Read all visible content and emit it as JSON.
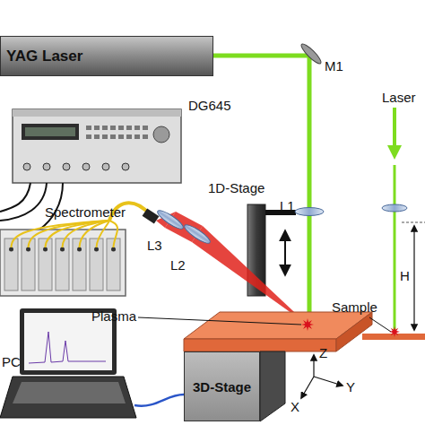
{
  "diagram": {
    "nodes": [
      {
        "text": [
          "YAG Laser"
        ]
      },
      {
        "text": [
          "3D-Stage"
        ]
      }
    ],
    "labels": [
      "DG645",
      "M1",
      "1D-Stage",
      "L1",
      "Spectrometer",
      "L3",
      "L2",
      "Plasma",
      "Sample",
      "PC",
      "Laser",
      "H",
      "Z",
      "X",
      "Y"
    ]
  }
}
